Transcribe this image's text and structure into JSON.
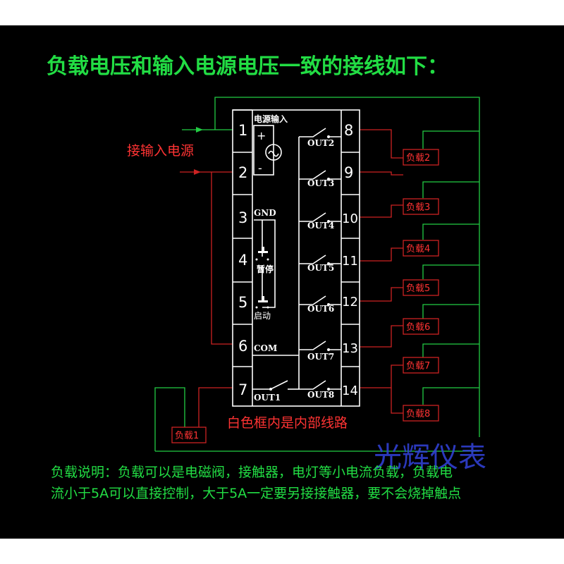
{
  "title": "负载电压和输入电源电压一致的接线如下：",
  "input_label": "接输入电源",
  "box_header": "电源输入",
  "plus_sign": "+",
  "minus_sign": "-",
  "pins": [
    "1",
    "2",
    "3",
    "4",
    "5",
    "6",
    "7",
    "8",
    "9",
    "10",
    "11",
    "12",
    "13",
    "14"
  ],
  "labels": {
    "gnd": "GND",
    "pause": "暂停",
    "start": "启动",
    "com": "COM",
    "out1": "OUT1",
    "out2": "OUT2",
    "out3": "OUT3",
    "out4": "OUT4",
    "out5": "OUT5",
    "out6": "OUT6",
    "out7": "OUT7",
    "out8": "OUT8"
  },
  "loads": [
    "负载1",
    "负载2",
    "负载3",
    "负载4",
    "负载5",
    "负载6",
    "负载7",
    "负载8"
  ],
  "internal_note": "白色框内是内部线路",
  "brand": "光辉仪表",
  "description": [
    "负载说明：负载可以是电磁阀，接触器，电灯等小电流负载，负载电",
    "流小于5A可以直接控制，大于5A一定要另接接触器，要不会烧掉触点"
  ],
  "colors": {
    "background": "#000000",
    "wire_green": "#22cc44",
    "wire_red": "#cc2222",
    "text_green": "#22dd44",
    "text_red": "#ff3333",
    "brand_blue": "#3344dd"
  }
}
